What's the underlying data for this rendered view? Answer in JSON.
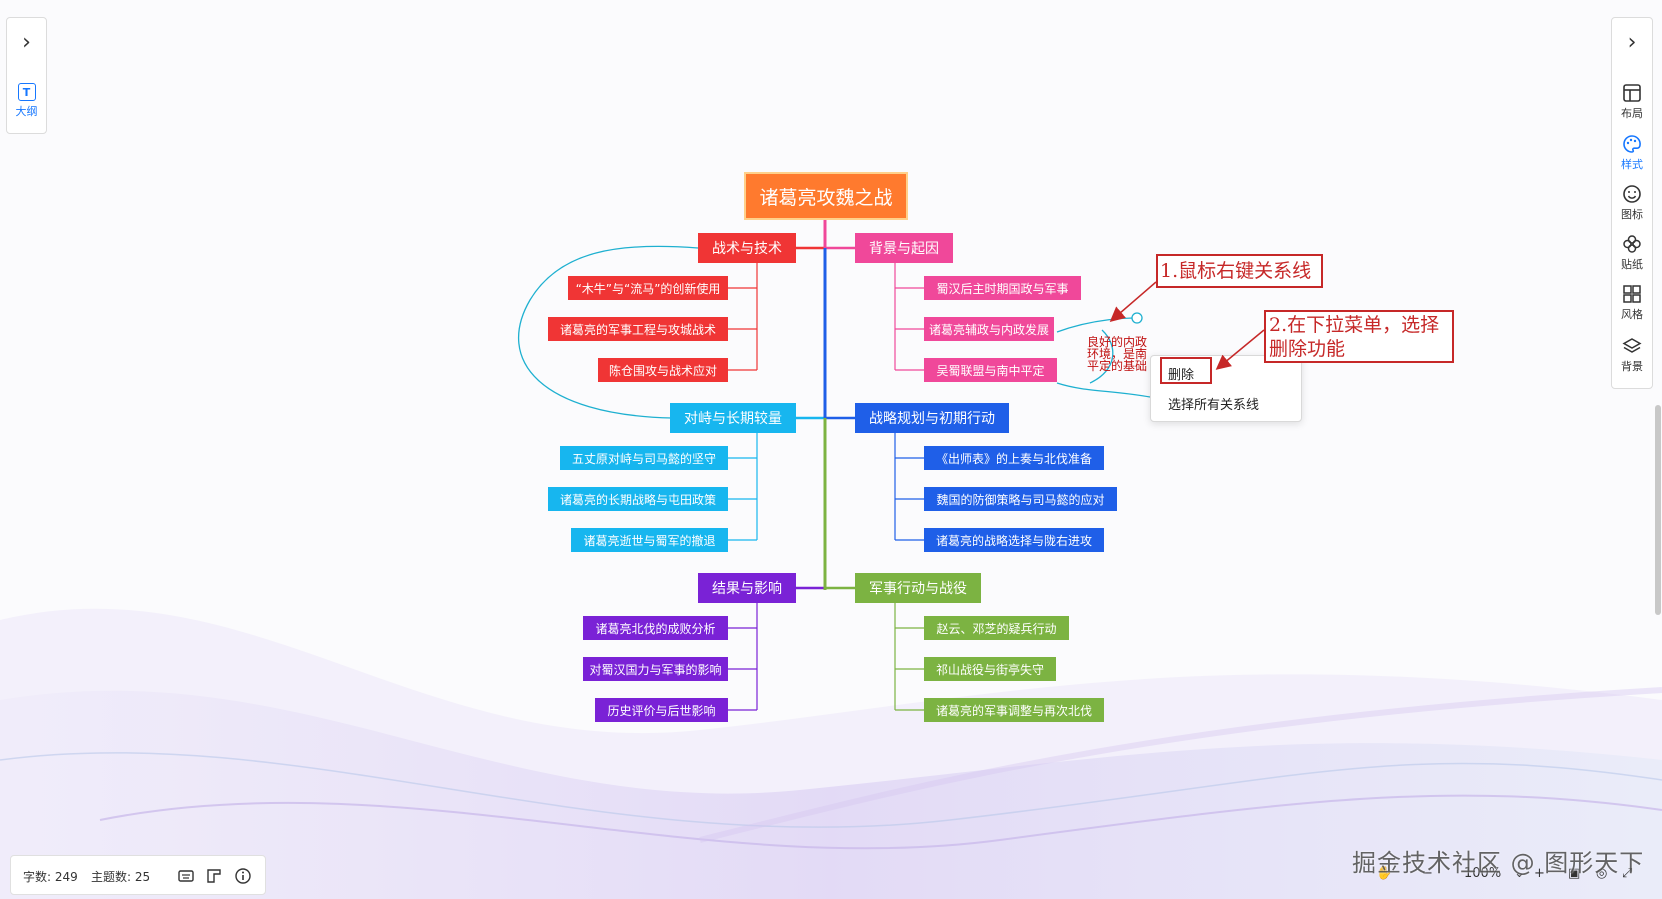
{
  "left_panel": {
    "collapse_icon": "chevron-right-icon",
    "outline_label": "大纲",
    "outline_icon_glyph": "T"
  },
  "right_panel": {
    "collapse_icon": "chevron-right-icon",
    "items": [
      {
        "label": "布局",
        "icon": "layout-icon"
      },
      {
        "label": "样式",
        "icon": "palette-icon",
        "active": true
      },
      {
        "label": "图标",
        "icon": "smiley-icon"
      },
      {
        "label": "贴纸",
        "icon": "sticker-icon"
      },
      {
        "label": "风格",
        "icon": "grid-icon"
      },
      {
        "label": "背景",
        "icon": "layers-icon"
      }
    ]
  },
  "mindmap": {
    "root": {
      "text": "诸葛亮攻魏之战",
      "color": "#ff7a2e"
    },
    "branches": [
      {
        "text": "战术与技术",
        "color": "#f03535",
        "children": [
          "“木牛”与“流马”的创新使用",
          "诸葛亮的军事工程与攻城战术",
          "陈仓围攻与战术应对"
        ]
      },
      {
        "text": "背景与起因",
        "color": "#f0489a",
        "children": [
          "蜀汉后主时期国政与军事",
          "诸葛亮辅政与内政发展",
          "吴蜀联盟与南中平定"
        ]
      },
      {
        "text": "对峙与长期较量",
        "color": "#17b6ef",
        "children": [
          "五丈原对峙与司马懿的坚守",
          "诸葛亮的长期战略与屯田政策",
          "诸葛亮逝世与蜀军的撤退"
        ]
      },
      {
        "text": "战略规划与初期行动",
        "color": "#1f5fe8",
        "children": [
          "《出师表》的上奏与北伐准备",
          "魏国的防御策略与司马懿的应对",
          "诸葛亮的战略选择与陇右进攻"
        ]
      },
      {
        "text": "结果与影响",
        "color": "#7a22d6",
        "children": [
          "诸葛亮北伐的成败分析",
          "对蜀汉国力与军事的影响",
          "历史评价与后世影响"
        ]
      },
      {
        "text": "军事行动与战役",
        "color": "#7cb342",
        "children": [
          "赵云、邓芝的疑兵行动",
          "祁山战役与街亭失守",
          "诸葛亮的军事调整与再次北伐"
        ]
      }
    ],
    "relationship_label_lines": [
      "良好的内政",
      "环境，是南",
      "平定的基础"
    ],
    "relationship_color": "#1eb0d0"
  },
  "context_menu": {
    "items": [
      "删除",
      "选择所有关系线"
    ]
  },
  "annotations": [
    {
      "number": "1.",
      "text": "鼠标右键关系线"
    },
    {
      "number": "2.",
      "text": "在下拉菜单，选择",
      "text2": "删除功能"
    }
  ],
  "annotation_color": "#c62828",
  "status_bar": {
    "word_count_label": "字数:",
    "word_count": "249",
    "topic_count_label": "主题数:",
    "topic_count": "25",
    "icons": [
      "keyboard-icon",
      "format-icon",
      "info-icon"
    ]
  },
  "zoom": {
    "level": "100%"
  },
  "watermark": "掘金技术社区 @ 图形天下"
}
